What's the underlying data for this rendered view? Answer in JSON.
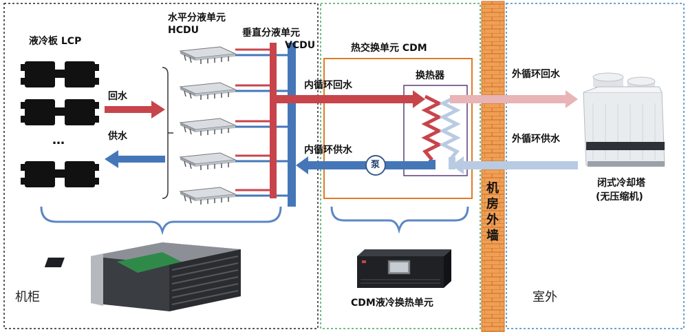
{
  "regions": {
    "cabinet": "机柜",
    "outdoor": "室外",
    "wall": "机房外墙"
  },
  "cabinet_area": {
    "lcp_label": "液冷板 LCP",
    "hcdu_label_line1": "水平分液单元",
    "hcdu_label_line2": "HCDU",
    "vcdu_label_line1": "垂直分液单元",
    "vcdu_label_line2": "VCDU",
    "return_label": "回水",
    "supply_label": "供水",
    "ellipsis": "…"
  },
  "cdm_area": {
    "title": "热交换单元 CDM",
    "heat_exchanger": "换热器",
    "inner_return": "内循环回水",
    "inner_supply": "内循环供水",
    "pump": "泵",
    "product_caption": "CDM液冷换热单元"
  },
  "outdoor_area": {
    "outer_return": "外循环回水",
    "outer_supply": "外循环供水",
    "tower_line1": "闭式冷却塔",
    "tower_line2": "(无压缩机)"
  },
  "colors": {
    "hot": "#c8444b",
    "cold": "#4577b8",
    "hot_light": "#e8b4b6",
    "cold_light": "#b9cbe3",
    "cabinet_border": "#222222",
    "cdm_border": "#3fa85c",
    "outdoor_border": "#3a86c4",
    "cdm_box": "#e07b26",
    "hx_box": "#5c3a7a",
    "wall": "#e9903e"
  }
}
